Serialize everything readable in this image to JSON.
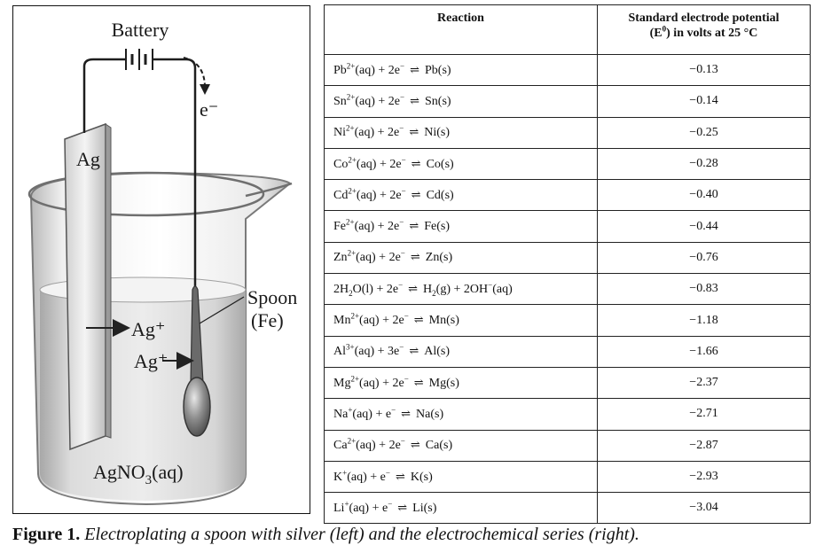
{
  "diagram": {
    "battery_label": "Battery",
    "electron_label": "e⁻",
    "electrode_label": "Ag",
    "spoon_label_line1": "Spoon",
    "spoon_label_line2": "(Fe)",
    "ion_label_1": "Ag⁺",
    "ion_label_2": "Ag⁺",
    "solution_label": "AgNO",
    "solution_label_sub": "3",
    "solution_label_tail": "(aq)"
  },
  "table": {
    "header_reaction": "Reaction",
    "header_potential_line1": "Standard electrode potential",
    "header_potential_line2_pre": "(E",
    "header_potential_line2_sup": "0",
    "header_potential_line2_post": ") in volts at 25 °C",
    "equilibrium_symbol": "⇌",
    "rows": [
      {
        "left": [
          {
            "t": "Pb"
          },
          {
            "sup": "2+"
          },
          {
            "t": "(aq) + 2e"
          },
          {
            "sup": "−"
          }
        ],
        "right": [
          {
            "t": "Pb(s)"
          }
        ],
        "potential": "−0.13"
      },
      {
        "left": [
          {
            "t": "Sn"
          },
          {
            "sup": "2+"
          },
          {
            "t": "(aq) + 2e"
          },
          {
            "sup": "−"
          }
        ],
        "right": [
          {
            "t": "Sn(s)"
          }
        ],
        "potential": "−0.14"
      },
      {
        "left": [
          {
            "t": "Ni"
          },
          {
            "sup": "2+"
          },
          {
            "t": "(aq) + 2e"
          },
          {
            "sup": "−"
          }
        ],
        "right": [
          {
            "t": "Ni(s)"
          }
        ],
        "potential": "−0.25"
      },
      {
        "left": [
          {
            "t": "Co"
          },
          {
            "sup": "2+"
          },
          {
            "t": "(aq) + 2e"
          },
          {
            "sup": "−"
          }
        ],
        "right": [
          {
            "t": "Co(s)"
          }
        ],
        "potential": "−0.28"
      },
      {
        "left": [
          {
            "t": "Cd"
          },
          {
            "sup": "2+"
          },
          {
            "t": "(aq) + 2e"
          },
          {
            "sup": "−"
          }
        ],
        "right": [
          {
            "t": "Cd(s)"
          }
        ],
        "potential": "−0.40"
      },
      {
        "left": [
          {
            "t": "Fe"
          },
          {
            "sup": "2+"
          },
          {
            "t": "(aq) + 2e"
          },
          {
            "sup": "−"
          }
        ],
        "right": [
          {
            "t": "Fe(s)"
          }
        ],
        "potential": "−0.44"
      },
      {
        "left": [
          {
            "t": "Zn"
          },
          {
            "sup": "2+"
          },
          {
            "t": "(aq) + 2e"
          },
          {
            "sup": "−"
          }
        ],
        "right": [
          {
            "t": "Zn(s)"
          }
        ],
        "potential": "−0.76"
      },
      {
        "left": [
          {
            "t": "2H"
          },
          {
            "sub": "2"
          },
          {
            "t": "O(l) + 2e"
          },
          {
            "sup": "−"
          }
        ],
        "right": [
          {
            "t": "H"
          },
          {
            "sub": "2"
          },
          {
            "t": "(g) + 2OH"
          },
          {
            "sup": "−"
          },
          {
            "t": "(aq)"
          }
        ],
        "potential": "−0.83"
      },
      {
        "left": [
          {
            "t": "Mn"
          },
          {
            "sup": "2+"
          },
          {
            "t": "(aq) + 2e"
          },
          {
            "sup": "−"
          }
        ],
        "right": [
          {
            "t": "Mn(s)"
          }
        ],
        "potential": "−1.18"
      },
      {
        "left": [
          {
            "t": "Al"
          },
          {
            "sup": "3+"
          },
          {
            "t": "(aq) + 3e"
          },
          {
            "sup": "−"
          }
        ],
        "right": [
          {
            "t": "Al(s)"
          }
        ],
        "potential": "−1.66"
      },
      {
        "left": [
          {
            "t": "Mg"
          },
          {
            "sup": "2+"
          },
          {
            "t": "(aq) + 2e"
          },
          {
            "sup": "−"
          }
        ],
        "right": [
          {
            "t": "Mg(s)"
          }
        ],
        "potential": "−2.37"
      },
      {
        "left": [
          {
            "t": "Na"
          },
          {
            "sup": "+"
          },
          {
            "t": "(aq) + e"
          },
          {
            "sup": "−"
          }
        ],
        "right": [
          {
            "t": "Na(s)"
          }
        ],
        "potential": "−2.71"
      },
      {
        "left": [
          {
            "t": "Ca"
          },
          {
            "sup": "2+"
          },
          {
            "t": "(aq) + 2e"
          },
          {
            "sup": "−"
          }
        ],
        "right": [
          {
            "t": "Ca(s)"
          }
        ],
        "potential": "−2.87"
      },
      {
        "left": [
          {
            "t": "K"
          },
          {
            "sup": "+"
          },
          {
            "t": "(aq) + e"
          },
          {
            "sup": "−"
          }
        ],
        "right": [
          {
            "t": "K(s)"
          }
        ],
        "potential": "−2.93"
      },
      {
        "left": [
          {
            "t": "Li"
          },
          {
            "sup": "+"
          },
          {
            "t": "(aq) + e"
          },
          {
            "sup": "−"
          }
        ],
        "right": [
          {
            "t": "Li(s)"
          }
        ],
        "potential": "−3.04"
      }
    ]
  },
  "caption": {
    "label": "Figure 1.",
    "text": " Electroplating a spoon with silver (left) and the electrochemical series (right)."
  }
}
